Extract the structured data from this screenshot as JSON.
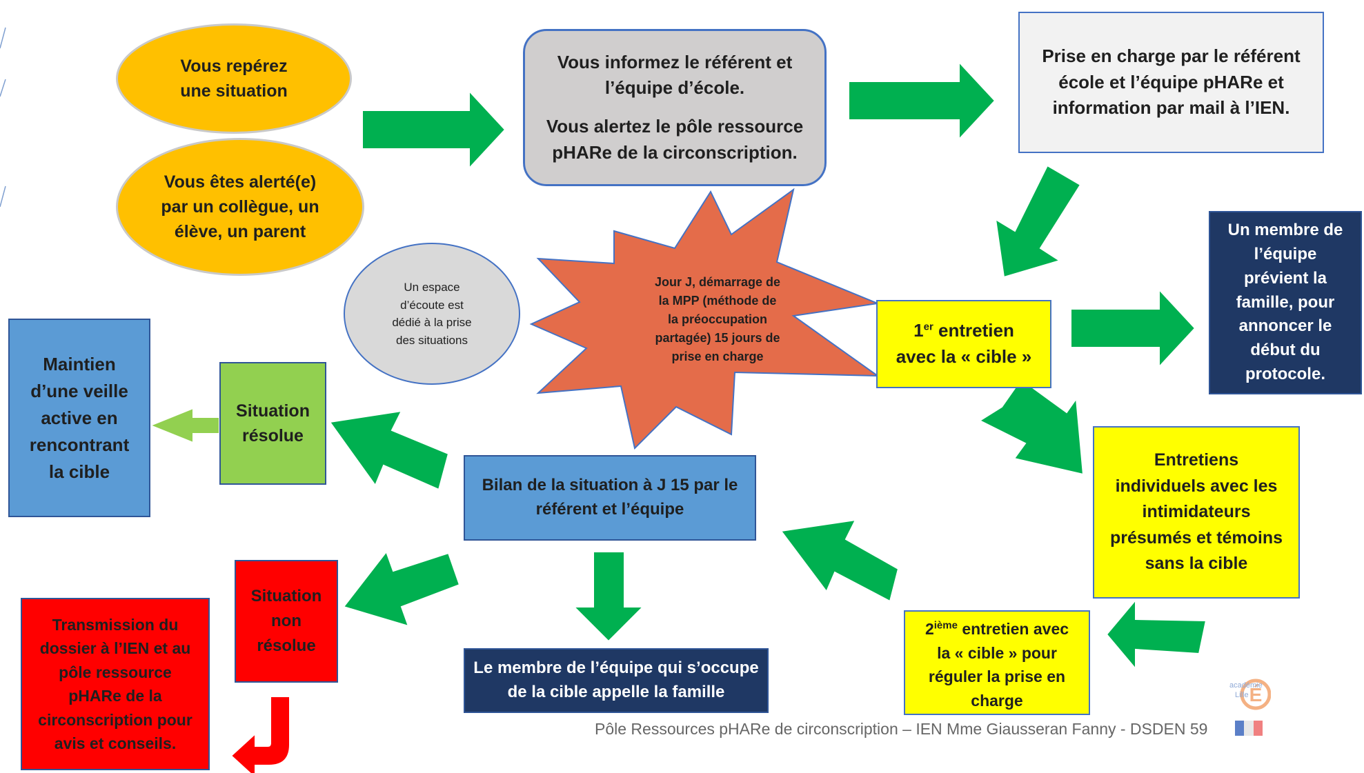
{
  "colors": {
    "arrow_green": "#00b050",
    "arrow_light_green": "#92d050",
    "arrow_red": "#ff0000",
    "starburst": "#e46c4a"
  },
  "nodes": {
    "reperez": {
      "lines": [
        "Vous repérez",
        "une situation"
      ]
    },
    "alerte": {
      "lines": [
        "Vous êtes alerté(e)",
        "par un collègue, un",
        "élève, un parent"
      ]
    },
    "informez": {
      "line1": "Vous informez le référent et",
      "line2": "l’équipe d’école.",
      "line3": "Vous alertez le pôle ressource",
      "line4": "pHARe de la circonscription."
    },
    "prise_en_charge": {
      "lines": [
        "Prise en charge par le référent",
        "école et l’équipe pHARe et",
        "information par mail à l’IEN."
      ]
    },
    "membre_previent": {
      "lines": [
        "Un membre de",
        "l’équipe",
        "prévient la",
        "famille, pour",
        "annoncer le",
        "début du",
        "protocole."
      ]
    },
    "premier_entretien": {
      "number": "1",
      "sup": "er",
      "line1_rest": " entretien",
      "line2": "avec la « cible »"
    },
    "jour_j": {
      "lines": [
        "Jour J, démarrage de",
        "la MPP (méthode de",
        "la préoccupation",
        "partagée) 15 jours de",
        "prise en charge"
      ]
    },
    "espace_ecoute": {
      "lines": [
        "Un espace",
        "d’écoute est",
        "dédié à la prise",
        "des situations"
      ]
    },
    "maintien": {
      "lines": [
        "Maintien",
        "d’une veille",
        "active en",
        "rencontrant",
        "la cible"
      ]
    },
    "situation_resolue": {
      "lines": [
        "Situation",
        "résolue"
      ]
    },
    "bilan": {
      "lines": [
        "Bilan de la situation à J 15 par le",
        "référent et l’équipe"
      ]
    },
    "entretiens_individuels": {
      "lines": [
        "Entretiens",
        "individuels avec les",
        "intimidateurs",
        "présumés et témoins",
        "sans la cible"
      ]
    },
    "deuxieme_entretien": {
      "number": "2",
      "sup": "ième",
      "line1_rest": " entretien avec",
      "line2": "la « cible » pour",
      "line3": "réguler la prise en",
      "line4": "charge"
    },
    "situation_non_resolue": {
      "lines": [
        "Situation",
        "non",
        "résolue"
      ]
    },
    "transmission": {
      "lines": [
        "Transmission du",
        "dossier à l’IEN et au",
        "pôle ressource",
        "pHARe de la",
        "circonscription pour",
        "avis et conseils."
      ]
    },
    "membre_appelle": {
      "lines": [
        "Le membre de l’équipe qui s’occupe",
        "de la cible appelle la famille"
      ]
    }
  },
  "footer": {
    "text": "Pôle Ressources pHARe de circonscription – IEN Mme Giausseran Fanny -  DSDEN 59"
  },
  "logo": {
    "line1": "académie",
    "line2": "Lille",
    "letter": "É"
  }
}
